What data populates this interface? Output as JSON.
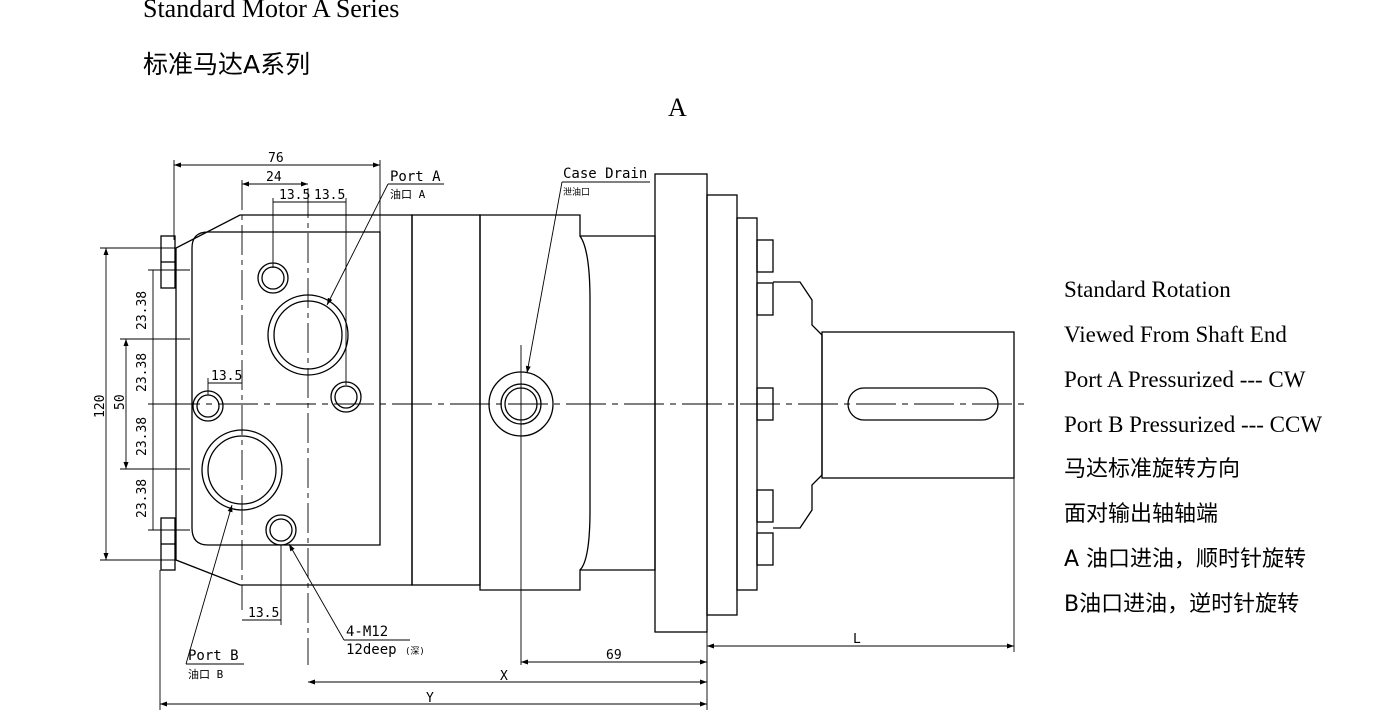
{
  "header": {
    "title_en": "Standard Motor A Series",
    "title_cn": "标准马达A系列",
    "view_label": "A"
  },
  "dimensions": {
    "width_76": "76",
    "width_24": "24",
    "spacing_13_5_a": "13.5",
    "spacing_13_5_b": "13.5",
    "spacing_13_5_c": "13.5",
    "spacing_13_5_d": "13.5",
    "pitch_a": "23.38",
    "pitch_b": "23.38",
    "pitch_c": "23.38",
    "pitch_d": "23.38",
    "height_120": "120",
    "height_50": "50",
    "length_69": "69",
    "length_L": "L",
    "length_X": "X",
    "length_Y": "Y"
  },
  "callouts": {
    "port_a_en": "Port A",
    "port_a_cn": "油口 A",
    "port_b_en": "Port B",
    "port_b_cn": "油口 B",
    "case_drain_en": "Case Drain",
    "case_drain_cn": "泄油口",
    "thread_spec": "4-M12",
    "thread_depth": "12deep",
    "thread_depth_cn": "(深)"
  },
  "notes": [
    "Standard Rotation",
    "Viewed From Shaft End",
    "Port A Pressurized --- CW",
    "Port B Pressurized --- CCW",
    "马达标准旋转方向",
    "面对输出轴轴端",
    "A 油口进油，顺时针旋转",
    "B油口进油，逆时针旋转"
  ]
}
